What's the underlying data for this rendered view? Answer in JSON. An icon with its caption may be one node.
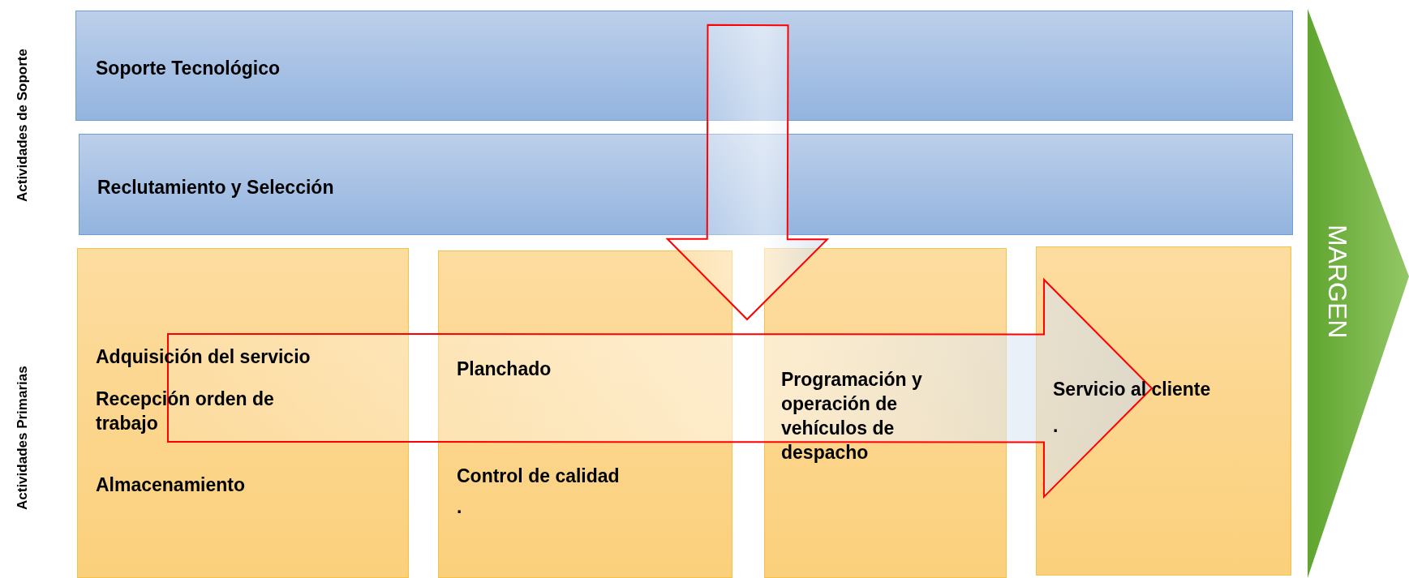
{
  "diagram": {
    "nodes": [
      {
        "text": [
          "Soporte Tecnológico"
        ]
      },
      {
        "text": [
          "Reclutamiento y Selección"
        ]
      },
      {
        "text": [
          "Adquisición del servicio",
          "Recepción orden de trabajo",
          "Almacenamiento"
        ]
      },
      {
        "text": [
          "Planchado",
          "Control de calidad",
          "."
        ]
      },
      {
        "text": [
          "Programación y operación de vehículos de despacho"
        ]
      },
      {
        "text": [
          "Servicio al cliente",
          "."
        ]
      },
      {
        "text": [
          "MARGEN"
        ]
      }
    ],
    "edges": [
      {
        "from": 0,
        "to": null,
        "arrow": "to",
        "style": "thick",
        "color": "#ff0000"
      },
      {
        "from": 2,
        "to": 5,
        "arrow": "to",
        "style": "thick",
        "color": "#ff0000"
      }
    ],
    "labels": [
      "Actividades de Soporte",
      "Actividades Primarias"
    ]
  }
}
